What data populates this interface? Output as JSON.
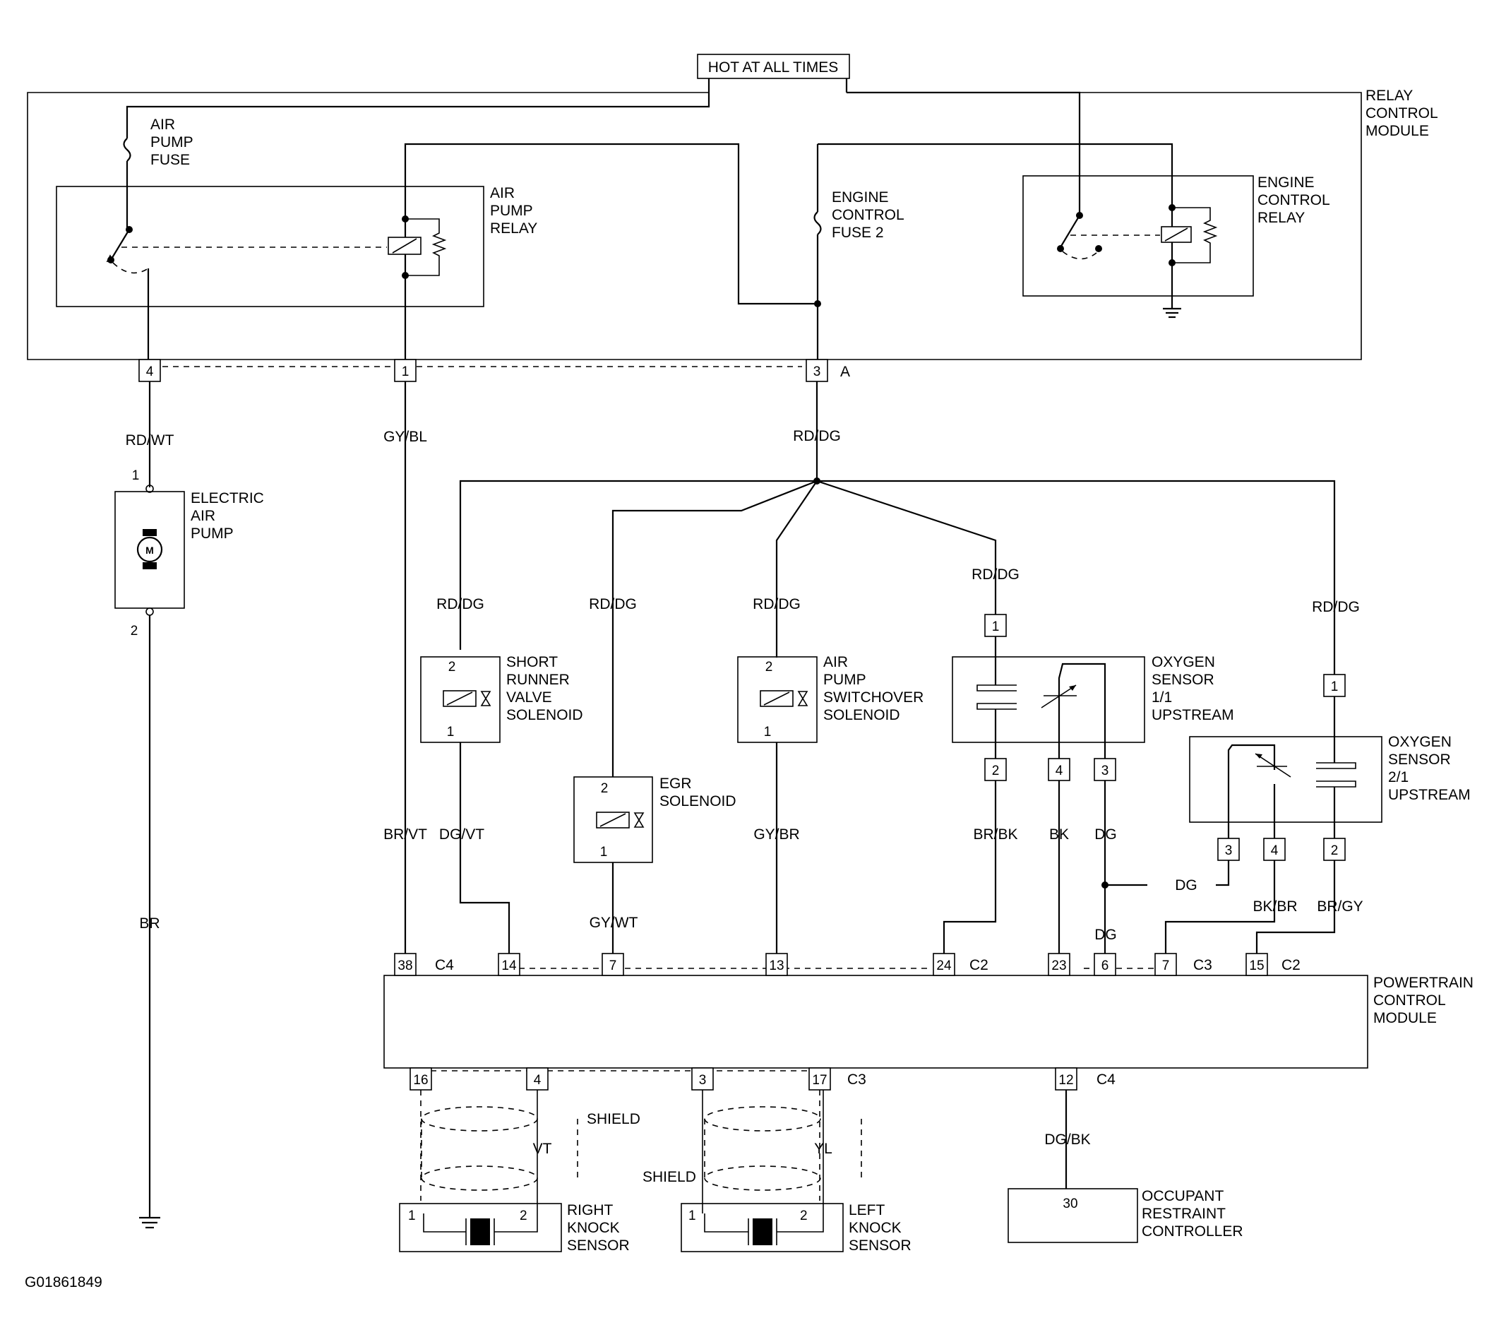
{
  "hot_label": "HOT AT ALL TIMES",
  "modules": {
    "rcm": [
      "RELAY",
      "CONTROL",
      "MODULE"
    ],
    "air_pump_fuse": [
      "AIR",
      "PUMP",
      "FUSE"
    ],
    "air_pump_relay": [
      "AIR",
      "PUMP",
      "RELAY"
    ],
    "engine_control_fuse": [
      "ENGINE",
      "CONTROL",
      "FUSE 2"
    ],
    "engine_control_relay": [
      "ENGINE",
      "CONTROL",
      "RELAY"
    ],
    "electric_air_pump": [
      "ELECTRIC",
      "AIR",
      "PUMP"
    ],
    "short_runner": [
      "SHORT",
      "RUNNER",
      "VALVE",
      "SOLENOID"
    ],
    "egr": [
      "EGR",
      "SOLENOID"
    ],
    "air_pump_switchover": [
      "AIR",
      "PUMP",
      "SWITCHOVER",
      "SOLENOID"
    ],
    "o2_11": [
      "OXYGEN",
      "SENSOR",
      "1/1",
      "UPSTREAM"
    ],
    "o2_21": [
      "OXYGEN",
      "SENSOR",
      "2/1",
      "UPSTREAM"
    ],
    "pcm": [
      "POWERTRAIN",
      "CONTROL",
      "MODULE"
    ],
    "right_knock": [
      "RIGHT",
      "KNOCK",
      "SENSOR"
    ],
    "left_knock": [
      "LEFT",
      "KNOCK",
      "SENSOR"
    ],
    "orc": [
      "OCCUPANT",
      "RESTRAINT",
      "CONTROLLER"
    ]
  },
  "motor_letter": "M",
  "rcm_pins": {
    "p4": "4",
    "p1": "1",
    "p3": "3",
    "connector": "A"
  },
  "wires": {
    "rdwt": "RD/WT",
    "gybl": "GY/BL",
    "rddg": "RD/DG",
    "br": "BR",
    "brvt": "BR/VT",
    "dgvt": "DG/VT",
    "gywt": "GY/WT",
    "gybr": "GY/BR",
    "brbk": "BR/BK",
    "bk": "BK",
    "dg": "DG",
    "bkbr": "BK/BR",
    "brgy": "BR/GY",
    "dgbk": "DG/BK",
    "vt": "VT",
    "yl": "YL",
    "shield": "SHIELD"
  },
  "device_pins": {
    "one": "1",
    "two": "2",
    "three": "3",
    "four": "4"
  },
  "pcm_top_pins": [
    "38",
    "14",
    "7",
    "13",
    "24",
    "23",
    "6",
    "7",
    "15"
  ],
  "pcm_top_connectors": [
    "C4",
    "C2",
    "C3",
    "C2"
  ],
  "pcm_bottom_pins": [
    "16",
    "4",
    "3",
    "17",
    "12"
  ],
  "pcm_bottom_connectors": [
    "C3",
    "C4"
  ],
  "orc_pin": "30",
  "figure_id": "G01861849"
}
